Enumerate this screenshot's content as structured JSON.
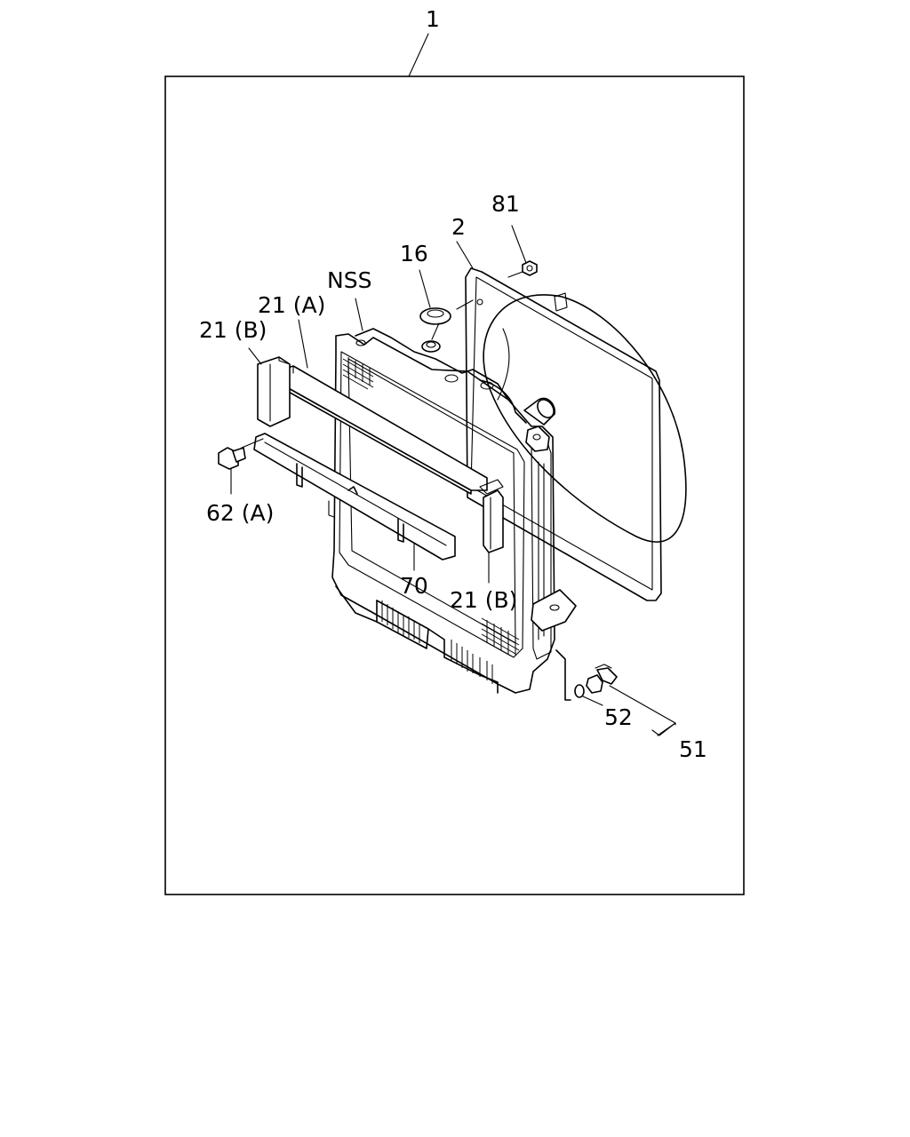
{
  "diagram": {
    "callouts": {
      "assembly": "1",
      "shroud": "2",
      "cap": "16",
      "nut": "81",
      "nss": "NSS",
      "seal_a_top": "21 (A)",
      "seal_b_left": "21 (B)",
      "seal_b_right": "21 (B)",
      "bolt": "62 (A)",
      "bracket": "70",
      "drain_washer": "52",
      "drain_cock": "51"
    }
  }
}
